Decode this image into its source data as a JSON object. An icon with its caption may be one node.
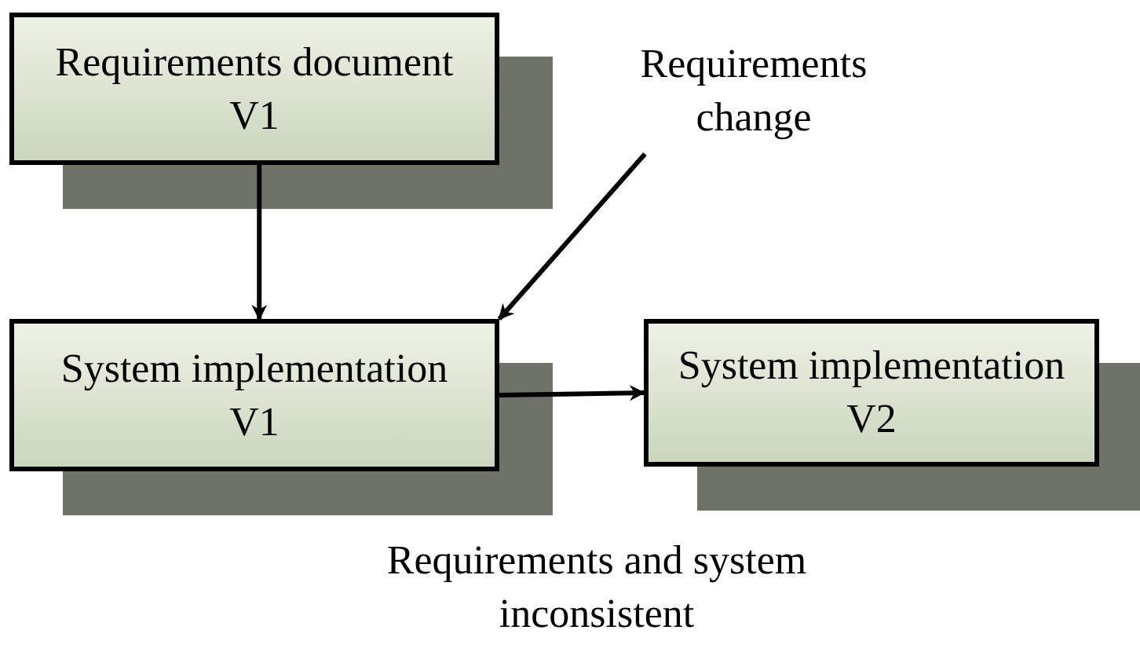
{
  "diagram": {
    "nodes": [
      {
        "text": [
          "Requirements document V1"
        ]
      },
      {
        "text": [
          "System implementation V1"
        ]
      },
      {
        "text": [
          "System implementation V2"
        ]
      },
      {
        "text": [
          "Requirements change"
        ]
      }
    ],
    "edges": [
      {
        "from": 0,
        "to": 1,
        "arrow": "to"
      },
      {
        "from": 1,
        "to": 2,
        "arrow": "to"
      },
      {
        "from": 3,
        "to": 1,
        "arrow": "to"
      }
    ],
    "labels": [
      "Requirements and system inconsistent"
    ]
  }
}
